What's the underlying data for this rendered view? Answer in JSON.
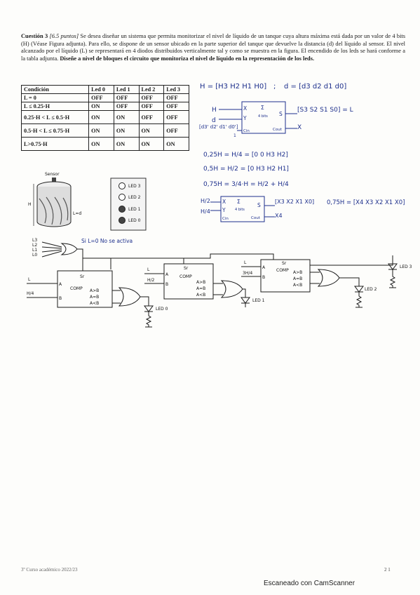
{
  "question": {
    "title": "Cuestión 3",
    "points": "[6.5 puntos]",
    "body": "Se desea diseñar un sistema que permita monitorizar el nivel de líquido de un tanque cuya altura máxima está dada por un valor de 4 bits (H) (Véase Figura adjunta). Para ello, se dispone de un sensor ubicado en la parte superior del tanque que devuelve la distancia (d) del líquido al sensor. El nivel alcanzado por el líquido (L) se representará en 4 diodos distribuidos verticalmente tal y como se muestra en la figura. El encendido de los leds se hará conforme a la tabla adjunta.",
    "task": "Diseñe a nivel de bloques el circuito que monitoriza el nivel de líquido en la representación de los leds."
  },
  "table": {
    "headers": [
      "Condición",
      "Led 0",
      "Led 1",
      "Led 2",
      "Led 3"
    ],
    "rows": [
      [
        "L = 0",
        "OFF",
        "OFF",
        "OFF",
        "OFF"
      ],
      [
        "L ≤ 0.25·H",
        "ON",
        "OFF",
        "OFF",
        "OFF"
      ],
      [
        "0.25·H < L ≤ 0.5·H",
        "ON",
        "ON",
        "OFF",
        "OFF"
      ],
      [
        "0.5·H < L ≤ 0.75·H",
        "ON",
        "ON",
        "ON",
        "OFF"
      ],
      [
        "L>0.75·H",
        "ON",
        "ON",
        "ON",
        "ON"
      ]
    ]
  },
  "figure": {
    "sensor_label": "Sensor",
    "h_label": "H",
    "liquid_label": "L=d",
    "leds": [
      "LED 3",
      "LED 2",
      "LED 1",
      "LED 0"
    ]
  },
  "notes": {
    "h_def": "H = [H3 H2 H1 H0]",
    "sep": ";",
    "d_def": "d = [d3 d2 d1 d0]",
    "adder_in_h": "H",
    "adder_in_d": "d",
    "adder_bus": "[d3' d2' d1' d0']",
    "adder_ci": "Cin",
    "adder_ci_val": "1",
    "adder_name": "Σ",
    "adder_bits": "4 bits",
    "adder_x": "X",
    "adder_y": "Y",
    "adder_s": "S",
    "adder_out": "[S3 S2 S1 S0] = L",
    "adder_cout": "Cout",
    "adder_cout_x": "X",
    "eq1": "0,25H = H/4 = [0 0 H3 H2]",
    "eq2": "0,5H = H/2 = [0 H3 H2 H1]",
    "eq3": "0,75H = 3/4·H = H/2 + H/4",
    "add2_in1": "H/2",
    "add2_in2": "H/4",
    "add2_out": "[X3 X2 X1 X0]",
    "add2_cout": "X4",
    "eq4": "0,75H = [X4 X3 X2 X1 X0]"
  },
  "circuit": {
    "inputs": [
      "L3",
      "L2",
      "L1",
      "L0"
    ],
    "note": "Si L=0 No se activa",
    "cmp_name": "COMP",
    "cmp_outs": [
      "A>B",
      "A=B",
      "A<B"
    ],
    "cmp_sel": "Sr",
    "cmp1_a": "L",
    "cmp1_b": "H/4",
    "cmp2_a": "L",
    "cmp2_b": "H/2",
    "cmp3_a": "L",
    "cmp3_b": "3H/4",
    "led_labels": [
      "LED 0",
      "LED 1",
      "LED 2",
      "LED 3"
    ]
  },
  "footer": {
    "left": "3º Curso académico 2022/23",
    "right": "2 1"
  },
  "scanner": "Escaneado con CamScanner"
}
